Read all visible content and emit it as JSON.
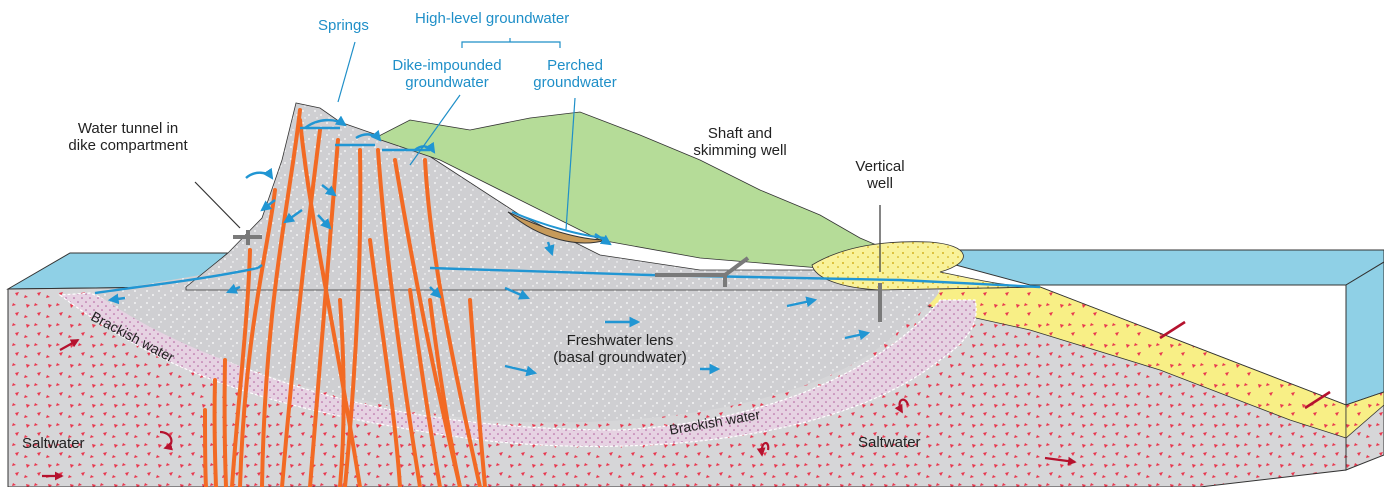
{
  "labels": {
    "springs": "Springs",
    "high_level": "High-level groundwater",
    "dike_impounded_1": "Dike-impounded",
    "dike_impounded_2": "groundwater",
    "perched_1": "Perched",
    "perched_2": "groundwater",
    "water_tunnel_1": "Water tunnel in",
    "water_tunnel_2": "dike compartment",
    "shaft_1": "Shaft and",
    "shaft_2": "skimming well",
    "vertical_1": "Vertical",
    "vertical_2": "well",
    "freshwater_1": "Freshwater lens",
    "freshwater_2": "(basal groundwater)",
    "brackish_left": "Brackish water",
    "brackish_mid": "Brackish water",
    "saltwater_left": "Saltwater",
    "saltwater_right": "Saltwater"
  },
  "colors": {
    "ocean": "#8fd0e6",
    "rock": "#d4d4d6",
    "saltwater_dots": "#e8384f",
    "brackish": "#e6cfe0",
    "dikes": "#f26a24",
    "vegetation": "#b5dc98",
    "sediment": "#f8f08c",
    "water_line": "#2196d3",
    "leader": "#1f8fc8",
    "wells": "#7a7a7a",
    "flow_red": "#b5122e"
  }
}
